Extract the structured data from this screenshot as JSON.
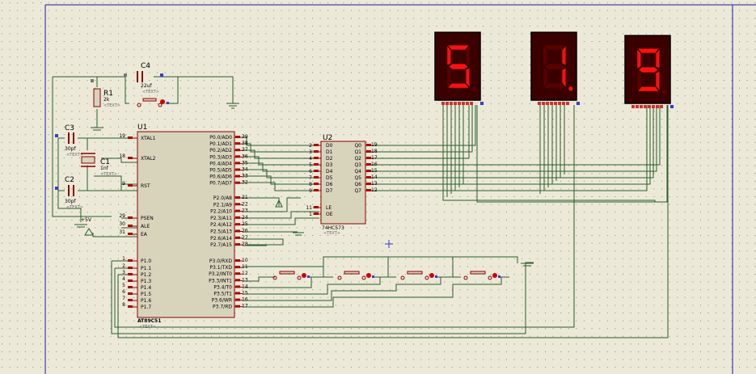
{
  "displays": [
    {
      "id": "seg1",
      "digit": "5"
    },
    {
      "id": "seg2",
      "digit": "1."
    },
    {
      "id": "seg3",
      "digit": "9"
    }
  ],
  "components": {
    "u1": {
      "ref": "U1",
      "part": "AT89C51",
      "text": "<TEXT>",
      "left_pins": [
        {
          "num": "19",
          "name": "XTAL1"
        },
        {
          "num": "18",
          "name": "XTAL2"
        },
        {
          "num": "9",
          "name": "RST"
        },
        {
          "num": "29",
          "name": "PSEN"
        },
        {
          "num": "30",
          "name": "ALE"
        },
        {
          "num": "31",
          "name": "EA"
        },
        {
          "num": "1",
          "name": "P1.0"
        },
        {
          "num": "2",
          "name": "P1.1"
        },
        {
          "num": "3",
          "name": "P1.2"
        },
        {
          "num": "4",
          "name": "P1.3"
        },
        {
          "num": "5",
          "name": "P1.4"
        },
        {
          "num": "6",
          "name": "P1.5"
        },
        {
          "num": "7",
          "name": "P1.6"
        },
        {
          "num": "8",
          "name": "P1.7"
        }
      ],
      "right_pins": [
        {
          "num": "39",
          "name": "P0.0/AD0"
        },
        {
          "num": "38",
          "name": "P0.1/AD1"
        },
        {
          "num": "37",
          "name": "P0.2/AD2"
        },
        {
          "num": "36",
          "name": "P0.3/AD3"
        },
        {
          "num": "35",
          "name": "P0.4/AD4"
        },
        {
          "num": "34",
          "name": "P0.5/AD5"
        },
        {
          "num": "33",
          "name": "P0.6/AD6"
        },
        {
          "num": "32",
          "name": "P0.7/AD7"
        },
        {
          "num": "21",
          "name": "P2.0/A8"
        },
        {
          "num": "22",
          "name": "P2.1/A9"
        },
        {
          "num": "23",
          "name": "P2.2/A10"
        },
        {
          "num": "24",
          "name": "P2.3/A11"
        },
        {
          "num": "25",
          "name": "P2.4/A12"
        },
        {
          "num": "26",
          "name": "P2.5/A13"
        },
        {
          "num": "27",
          "name": "P2.6/A14"
        },
        {
          "num": "28",
          "name": "P2.7/A15"
        },
        {
          "num": "10",
          "name": "P3.0/RXD"
        },
        {
          "num": "11",
          "name": "P3.1/TXD"
        },
        {
          "num": "12",
          "name": "P3.2/INT0"
        },
        {
          "num": "13",
          "name": "P3.3/INT1"
        },
        {
          "num": "14",
          "name": "P3.4/T0"
        },
        {
          "num": "15",
          "name": "P3.5/T1"
        },
        {
          "num": "16",
          "name": "P3.6/WR"
        },
        {
          "num": "17",
          "name": "P3.7/RD"
        }
      ]
    },
    "u2": {
      "ref": "U2",
      "part": "74HC573",
      "text": "<TEXT>",
      "left_pins": [
        {
          "num": "2",
          "name": "D0"
        },
        {
          "num": "3",
          "name": "D1"
        },
        {
          "num": "4",
          "name": "D2"
        },
        {
          "num": "5",
          "name": "D3"
        },
        {
          "num": "6",
          "name": "D4"
        },
        {
          "num": "7",
          "name": "D5"
        },
        {
          "num": "8",
          "name": "D6"
        },
        {
          "num": "9",
          "name": "D7"
        },
        {
          "num": "11",
          "name": "LE"
        },
        {
          "num": "1",
          "name": "OE"
        }
      ],
      "right_pins": [
        {
          "num": "19",
          "name": "Q0"
        },
        {
          "num": "18",
          "name": "Q1"
        },
        {
          "num": "17",
          "name": "Q2"
        },
        {
          "num": "16",
          "name": "Q3"
        },
        {
          "num": "15",
          "name": "Q4"
        },
        {
          "num": "14",
          "name": "Q5"
        },
        {
          "num": "13",
          "name": "Q6"
        },
        {
          "num": "12",
          "name": "Q7"
        }
      ]
    },
    "c1": {
      "ref": "C1",
      "value": "1nf",
      "text": "<TEXT>"
    },
    "c2": {
      "ref": "C2",
      "value": "30pf",
      "text": "<TEXT>"
    },
    "c3": {
      "ref": "C3",
      "value": "30pf",
      "text": "<TEXT>"
    },
    "c4": {
      "ref": "C4",
      "value": "22uf",
      "text": "<TEXT>"
    },
    "r1": {
      "ref": "R1",
      "value": "2k",
      "text": "<TEXT>"
    },
    "power": {
      "label": "+5V"
    }
  },
  "colors": {
    "background": "#ece9d8",
    "dot": "#8a8a70",
    "wire": "#2a5d2a",
    "component": "#8b0000",
    "segment_on": "#ff1010",
    "display_body": "#330000"
  }
}
